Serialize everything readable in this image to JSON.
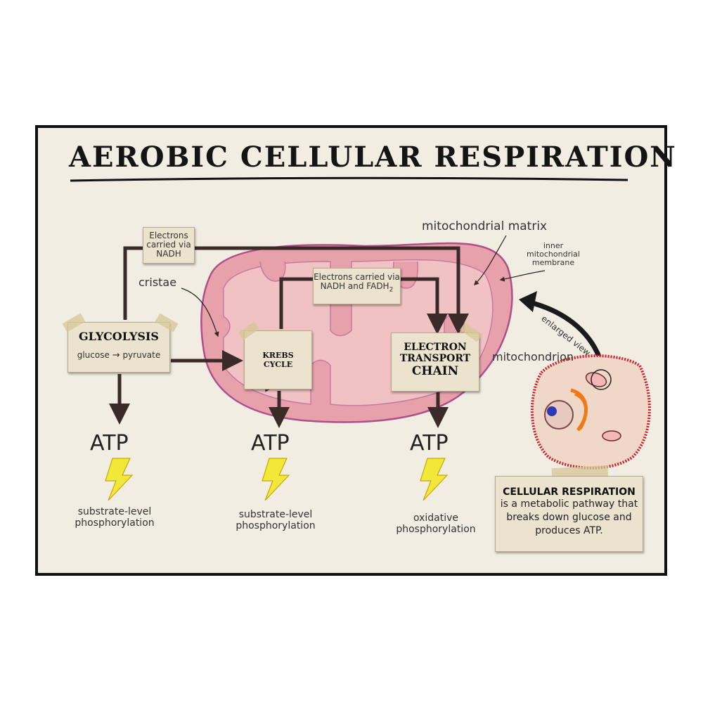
{
  "title": "AEROBIC CELLULAR RESPIRATION",
  "notes": {
    "nadh_top": "Electrons carried via NADH",
    "nadh_fadh": "Electrons carried via NADH and FADH",
    "fadh_sub": "2"
  },
  "stages": {
    "glycolysis": {
      "title": "GLYCOLYSIS",
      "from": "glucose",
      "to": "pyruvate"
    },
    "krebs": {
      "line1": "KREBS",
      "line2": "CYCLE"
    },
    "etc": {
      "line1": "ELECTRON",
      "line2": "TRANSPORT",
      "line3": "CHAIN"
    }
  },
  "labels": {
    "cristae": "cristae",
    "matrix": "mitochondrial matrix",
    "inner_membrane": "inner mitochondrial membrane",
    "enlarged_view": "enlarged view",
    "mitochondrion": "mitochondrion"
  },
  "atp_outputs": [
    {
      "label": "ATP",
      "caption": "substrate-level phosphorylation"
    },
    {
      "label": "ATP",
      "caption": "substrate-level phosphorylation"
    },
    {
      "label": "ATP",
      "caption": "oxidative phosphorylation"
    }
  ],
  "definition": {
    "term": "CELLULAR RESPIRATION",
    "text": "is a metabolic pathway that breaks down glucose and produces ATP."
  },
  "colors": {
    "mito_fill": "#e7a1ab",
    "mito_outline": "#b04e8c",
    "arrow": "#3a2b28",
    "bolt": "#f2e83a",
    "cell_outline": "#c81e2c",
    "paper": "#f1ede3"
  }
}
